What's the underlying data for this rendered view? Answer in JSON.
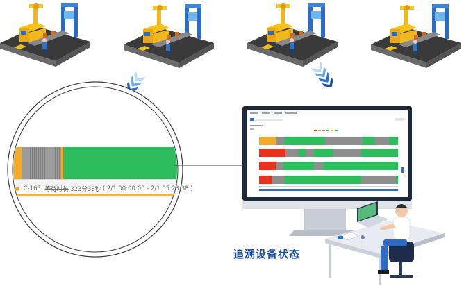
{
  "zoom_label": {
    "machine": "C-165:",
    "status_text": "等待时长",
    "duration": "323分38秒",
    "range": "( 2/1 00:00:00 - 2/1 05:23:38 )"
  },
  "caption": "追溯设备状态",
  "colors": {
    "brand_blue": "#1b4f9c",
    "running_green": "#2dbd5c",
    "waiting_orange": "#f2aa2a",
    "stopped_red": "#e8321e",
    "idle_gray": "#8e8e8e"
  },
  "icons": [
    "factory-machine-icon",
    "factory-machine-icon",
    "factory-machine-icon",
    "factory-machine-icon",
    "down-chevron-arrow-icon",
    "down-chevron-arrow-icon",
    "magnifier-icon",
    "monitor-icon",
    "operator-at-desk-icon"
  ]
}
